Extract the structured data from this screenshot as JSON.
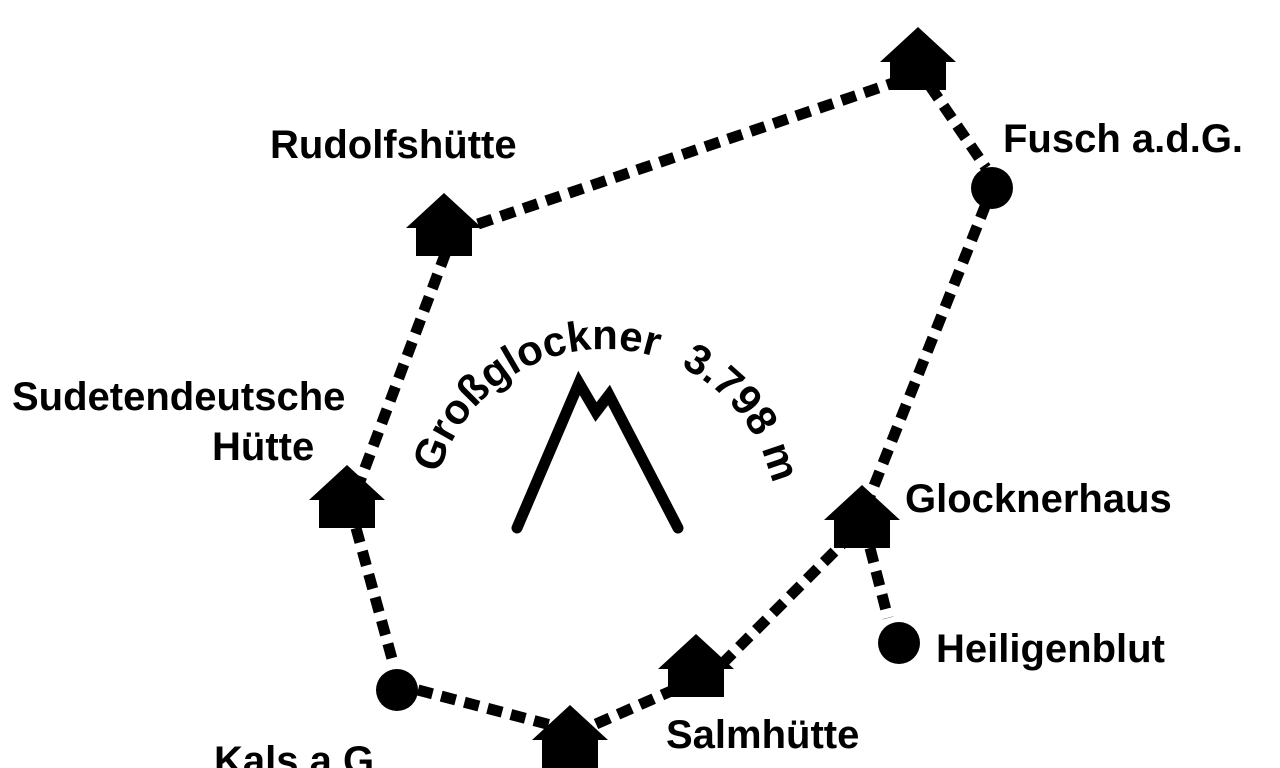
{
  "map": {
    "summit": {
      "name": "Großglockner",
      "elevation": "3.798 m"
    },
    "places": [
      {
        "id": "rudolfshuette",
        "label_lines": [
          "Rudolfshütte"
        ],
        "type": "hut"
      },
      {
        "id": "fusch",
        "label_lines": [
          "Fusch a.d.G."
        ],
        "type": "town"
      },
      {
        "id": "top-hut",
        "label_lines": [],
        "type": "hut"
      },
      {
        "id": "sudetendeutsche",
        "label_lines": [
          "Sudetendeutsche",
          "Hütte"
        ],
        "type": "hut"
      },
      {
        "id": "glocknerhaus",
        "label_lines": [
          "Glocknerhaus"
        ],
        "type": "hut"
      },
      {
        "id": "heiligenblut",
        "label_lines": [
          "Heiligenblut"
        ],
        "type": "town"
      },
      {
        "id": "salmhuette",
        "label_lines": [
          "Salmhütte"
        ],
        "type": "hut"
      },
      {
        "id": "kals",
        "label_lines": [
          "Kals a.G."
        ],
        "type": "town"
      },
      {
        "id": "bottom-hut",
        "label_lines": [],
        "type": "hut"
      }
    ],
    "icons": {
      "hut": "house-icon",
      "town": "dot-icon"
    },
    "colors": {
      "ink": "#000000",
      "background": "#ffffff"
    }
  }
}
